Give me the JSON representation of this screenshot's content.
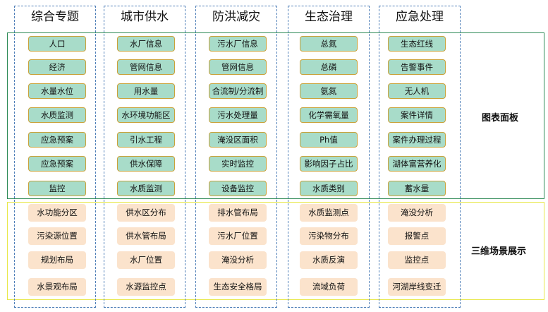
{
  "columns": [
    {
      "title": "综合专题",
      "chart_items": [
        "人口",
        "经济",
        "水量水位",
        "水质监测",
        "应急预案",
        "应急预案",
        "监控"
      ],
      "scene_items": [
        "水功能分区",
        "污染源位置",
        "规划布局",
        "水景观布局"
      ]
    },
    {
      "title": "城市供水",
      "chart_items": [
        "水厂信息",
        "管网信息",
        "用水量",
        "水环境功能区",
        "引水工程",
        "供水保障",
        "水质监测"
      ],
      "scene_items": [
        "供水区分布",
        "供水管布局",
        "水厂位置",
        "水源监控点"
      ]
    },
    {
      "title": "防洪减灾",
      "chart_items": [
        "污水厂信息",
        "管网信息",
        "合流制/分流制",
        "污水处理量",
        "淹没区面积",
        "实时监控",
        "设备监控"
      ],
      "scene_items": [
        "排水管布局",
        "污水厂位置",
        "淹没分析",
        "生态安全格局"
      ]
    },
    {
      "title": "生态治理",
      "chart_items": [
        "总氮",
        "总磷",
        "氨氮",
        "化学需氧量",
        "Ph值",
        "影响因子占比",
        "水质类别"
      ],
      "scene_items": [
        "水质监测点",
        "污染物分布",
        "水质反演",
        "流域负荷"
      ]
    },
    {
      "title": "应急处理",
      "chart_items": [
        "生态红线",
        "告警事件",
        "无人机",
        "案件详情",
        "案件办理过程",
        "湖体富营养化",
        "蓄水量"
      ],
      "scene_items": [
        "淹没分析",
        "报警点",
        "监控点",
        "河湖岸线变迁"
      ]
    }
  ],
  "bands": {
    "chart_panel": "图表面板",
    "scene_display": "三维场景展示"
  },
  "colors": {
    "column_border": "#4f7fb8",
    "chart_band_border": "#2e8b57",
    "scene_band_border": "#e8e84a",
    "chart_box_fill": "#a8dcc9",
    "chart_box_border": "#c9a23a",
    "scene_box_fill": "#fbe3cc"
  }
}
